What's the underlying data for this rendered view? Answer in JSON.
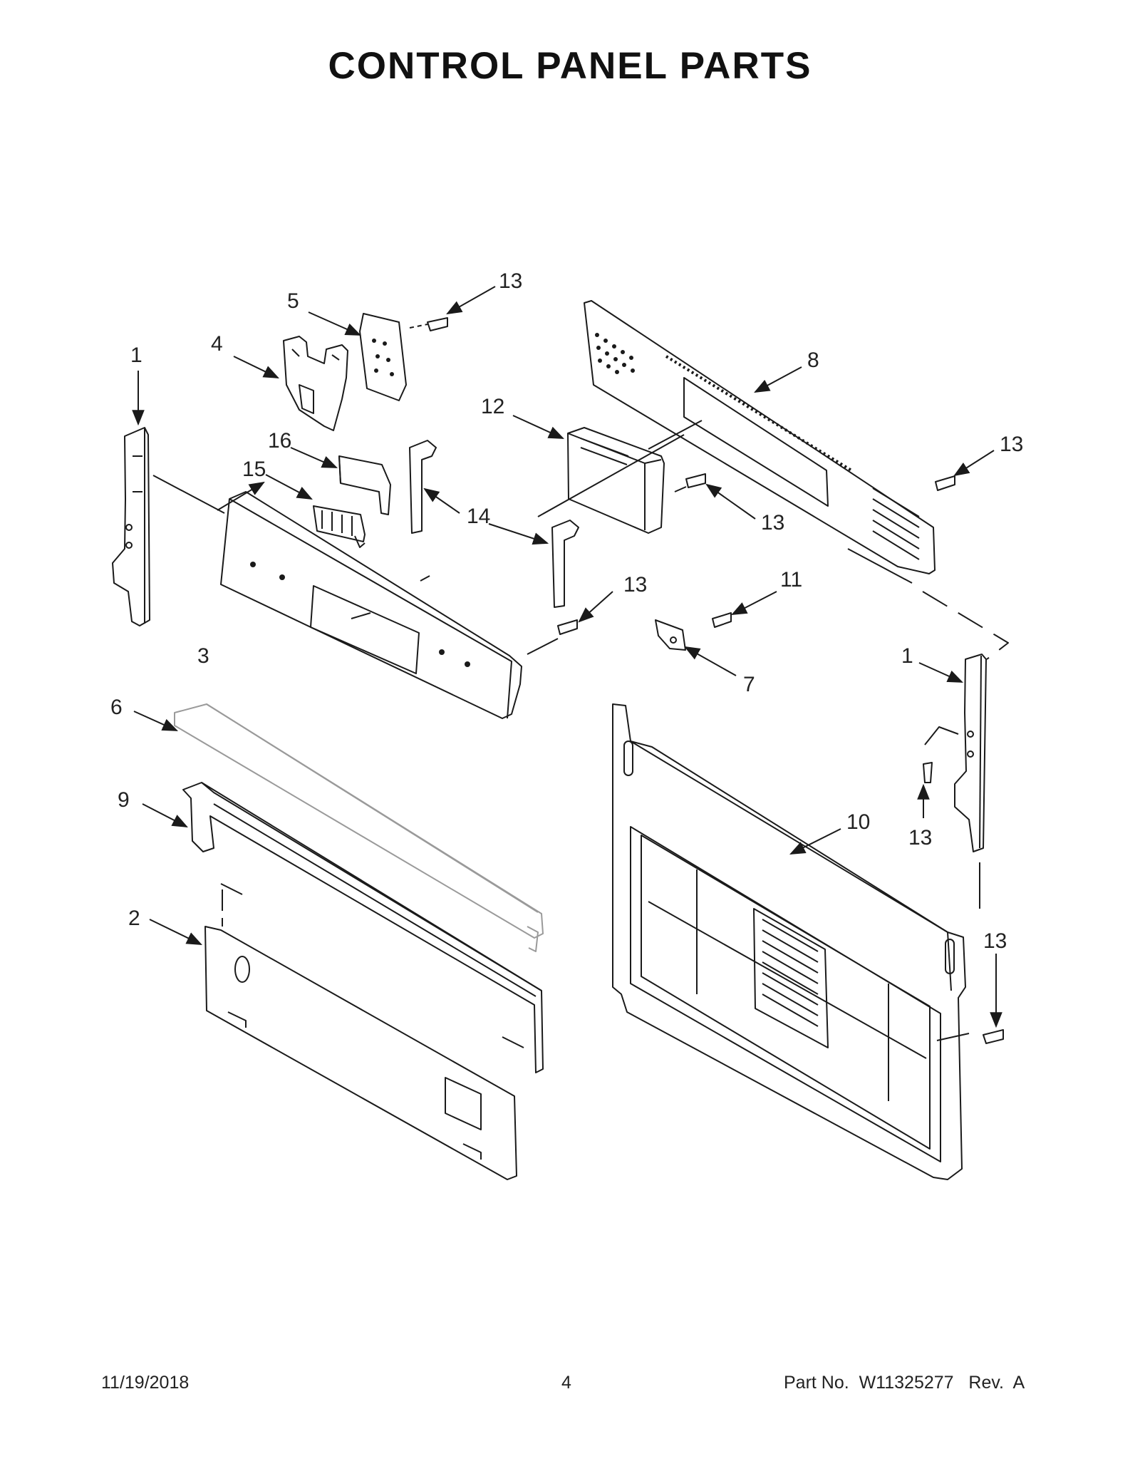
{
  "title": "CONTROL PANEL PARTS",
  "callouts": {
    "c1a": "1",
    "c1b": "1",
    "c2": "2",
    "c3": "3",
    "c4": "4",
    "c5": "5",
    "c6": "6",
    "c7": "7",
    "c8": "8",
    "c9": "9",
    "c10": "10",
    "c11": "11",
    "c12": "12",
    "c13a": "13",
    "c13b": "13",
    "c13c": "13",
    "c13d": "13",
    "c13e": "13",
    "c13f": "13",
    "c14": "14",
    "c15": "15",
    "c16": "16"
  },
  "footer": {
    "date": "11/19/2018",
    "page": "4",
    "part_no": "Part No.  W11325277   Rev.  A"
  },
  "colors": {
    "line": "#1a1a1a",
    "light_part": "#9a9a9a"
  }
}
